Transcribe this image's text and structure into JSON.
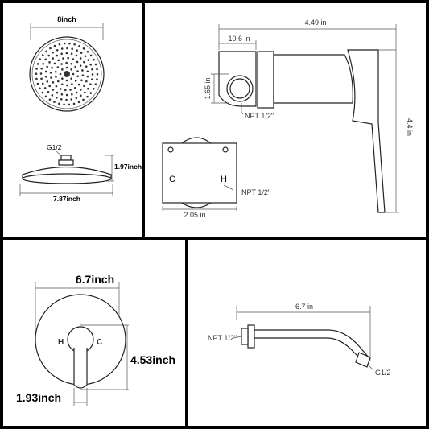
{
  "panels": {
    "shower_head": {
      "top_view_width_label": "8inch",
      "inlet_label": "G1/2",
      "height_label": "1.97inch",
      "side_view_width_label": "7.87inch"
    },
    "valve": {
      "overall_width_label": "4.49 in",
      "inlet_offset_label": "10.6 in",
      "inlet_height_label": "1.65 in",
      "thread_label_top": "NPT 1/2\"",
      "overall_height_label": "4.4 in",
      "cold_label": "C",
      "hot_label": "H",
      "thread_label_bottom": "NPT 1/2\"",
      "body_width_label": "2.05 in"
    },
    "trim": {
      "width_label": "6.7inch",
      "hot_label": "H",
      "cold_label": "C",
      "height_label": "4.53inch",
      "handle_label": "1.93inch",
      "hot_color": "#cc2222",
      "cold_color": "#2244cc"
    },
    "arm": {
      "length_label": "6.7 in",
      "wall_thread_label": "NPT 1/2\"",
      "outlet_thread_label": "G1/2"
    }
  }
}
